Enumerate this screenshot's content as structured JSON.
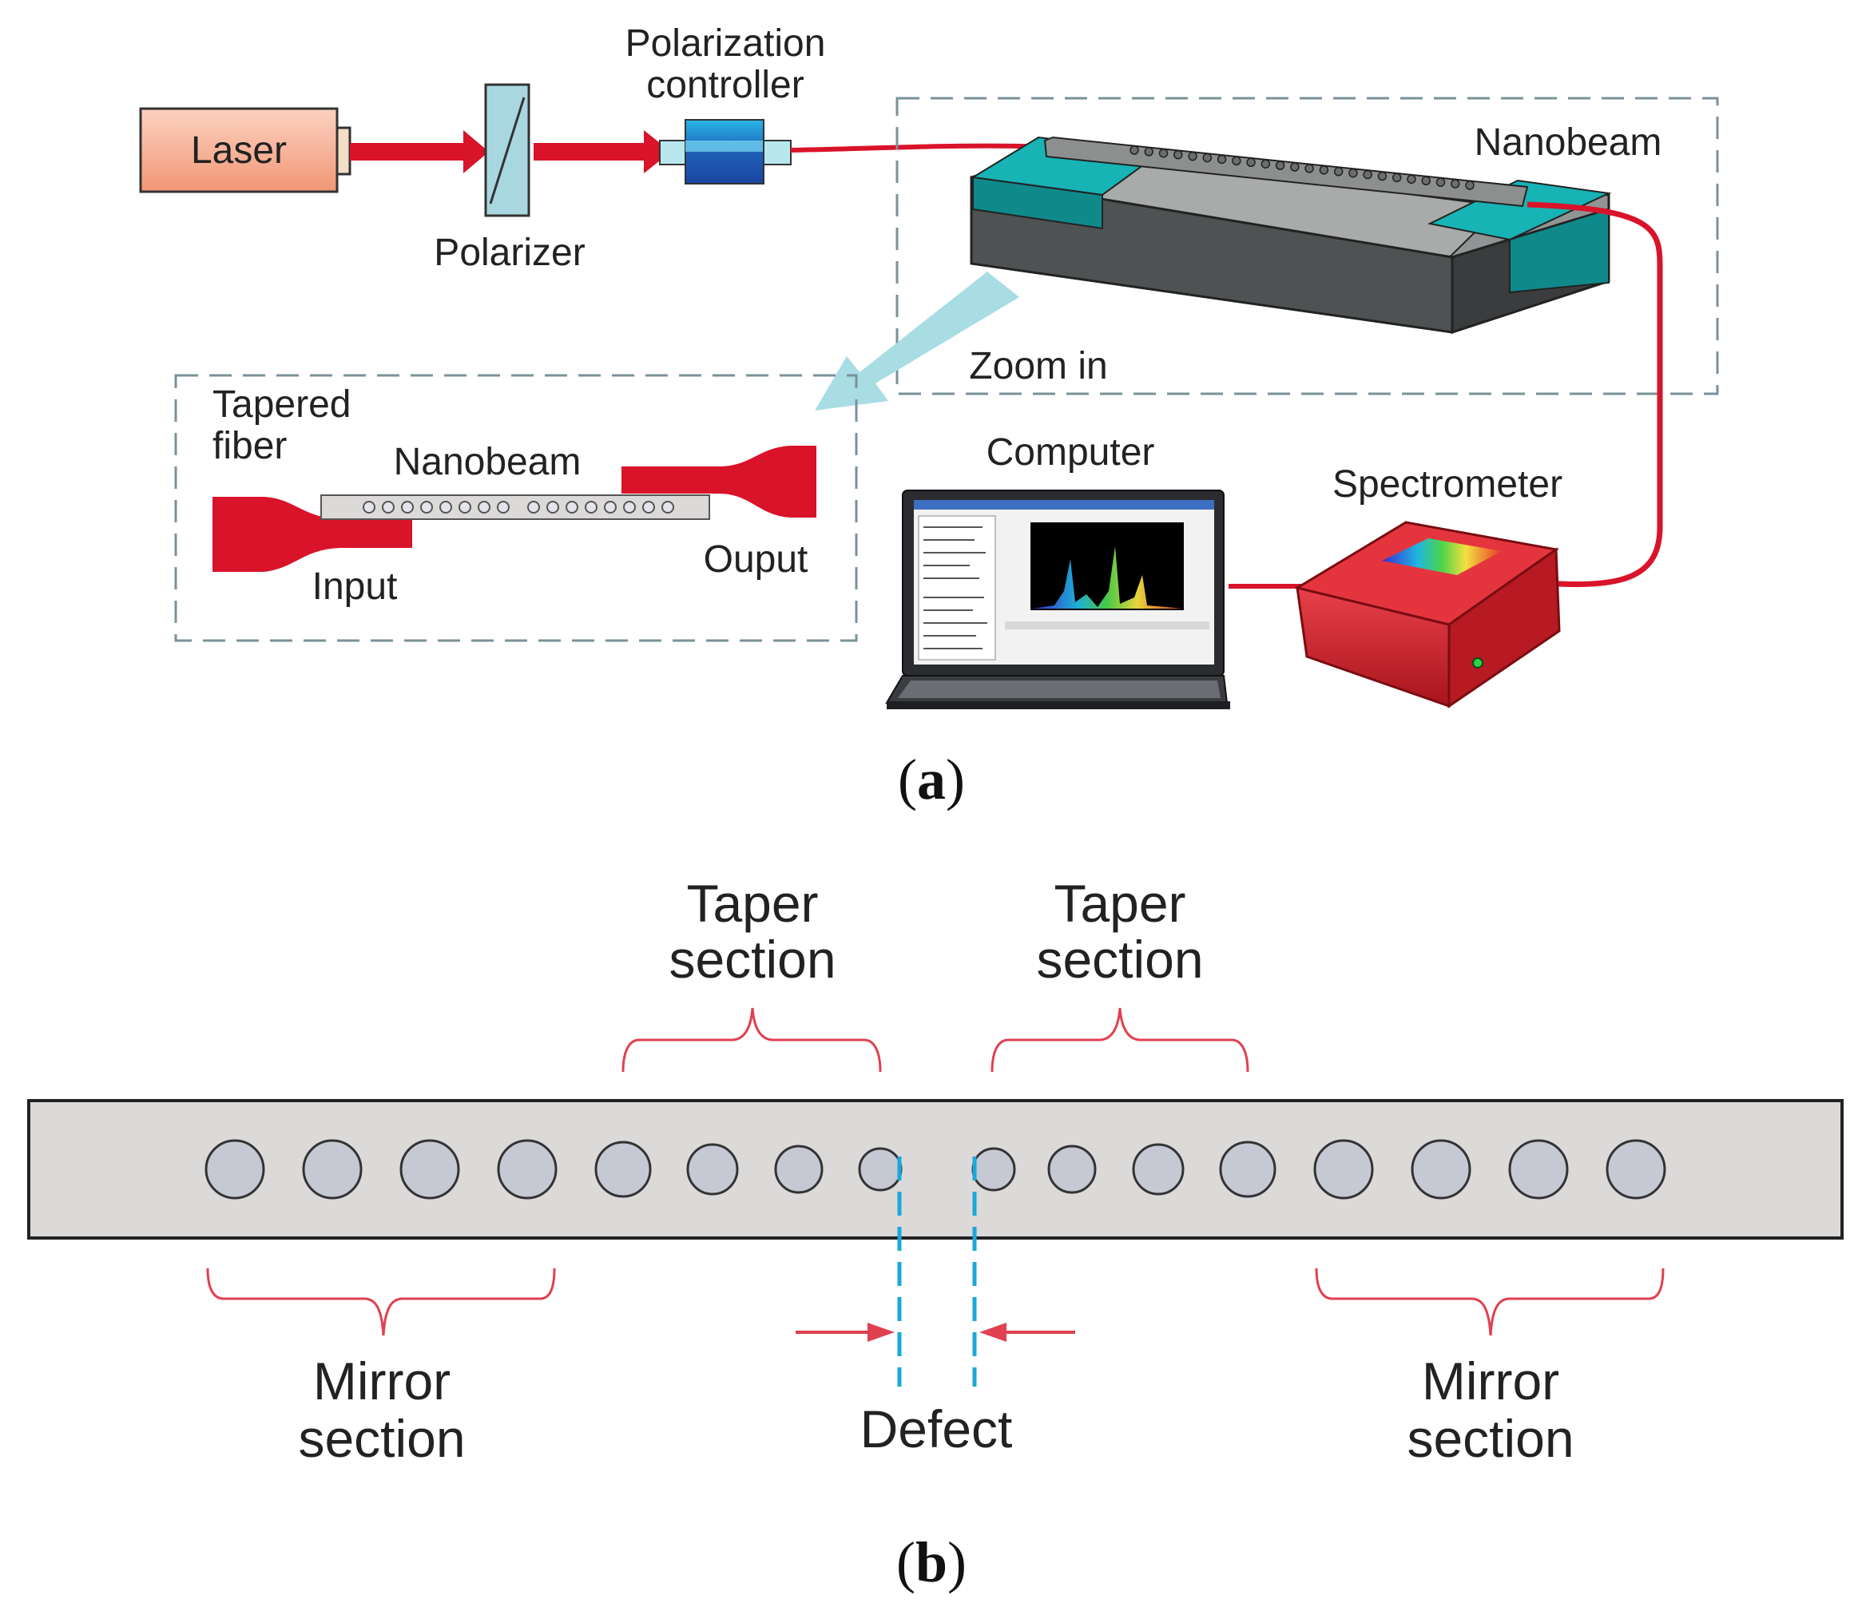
{
  "colors": {
    "beam_red": "#d9132a",
    "bracket_red": "#e0404f",
    "teal": "#17b3b5",
    "dashed_box": "#7a9199",
    "zoom_arrow": "#a9dde4",
    "defect_line": "#1aa8d9",
    "laser_fill": "#f7b39a",
    "hole_fill": "#c6c8d4",
    "nanobeam_bar": "#dcd9d9"
  },
  "panel_a": {
    "laser": "Laser",
    "polarizer": "Polarizer",
    "polarization_controller": [
      "Polarization",
      "controller"
    ],
    "nanobeam": "Nanobeam",
    "zoom_in": "Zoom in",
    "computer": "Computer",
    "spectrometer": "Spectrometer",
    "tapered_fiber": [
      "Tapered",
      "fiber"
    ],
    "inset_nanobeam": "Nanobeam",
    "input": "Input",
    "output": "Ouput",
    "label_open": "(",
    "label_letter": "a",
    "label_close": ")"
  },
  "panel_b": {
    "taper_section_left": [
      "Taper",
      "section"
    ],
    "taper_section_right": [
      "Taper",
      "section"
    ],
    "mirror_section_left": [
      "Mirror",
      "section"
    ],
    "mirror_section_right": [
      "Mirror",
      "section"
    ],
    "defect": "Defect",
    "label_open": "(",
    "label_letter": "b",
    "label_close": ")"
  }
}
